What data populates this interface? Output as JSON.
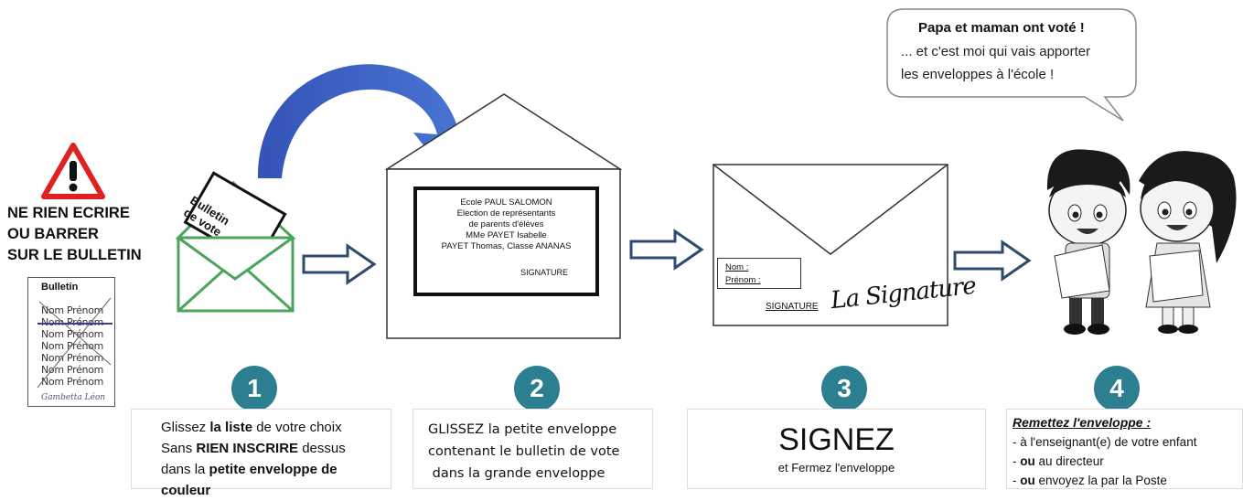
{
  "warning": {
    "icon": "warning-triangle-icon",
    "lines": [
      "NE RIEN ECRIRE",
      "OU BARRER",
      "SUR LE BULLETIN"
    ]
  },
  "ballot": {
    "title": "Bulletin",
    "entries": [
      "Nom Prénom",
      "Nom Prénom",
      "Nom Prénom",
      "Nom Prénom",
      "Nom Prénom",
      "Nom Prénom",
      "Nom Prénom"
    ],
    "signature": "Gambetta Léon"
  },
  "envelope1": {
    "ballot_text": [
      "Bulletin",
      "de vote"
    ]
  },
  "envelope2": {
    "address": [
      "Ecole PAUL SALOMON",
      "Election de représentants",
      "de parents d'élèves",
      "MMe PAYET Isabelle",
      "PAYET Thomas, Classe ANANAS"
    ],
    "signature": "SIGNATURE"
  },
  "envelope3": {
    "nom_label": "Nom :",
    "prenom_label": "Prénom :",
    "signature_label": "SIGNATURE",
    "signature_script": "La Signature"
  },
  "bubble": {
    "title": "Papa et maman ont voté !",
    "lines": [
      "... et c'est moi qui vais apporter",
      "les enveloppes à l'école !"
    ]
  },
  "steps": [
    {
      "number": "1"
    },
    {
      "number": "2",
      "lines": [
        "GLISSEZ la petite enveloppe",
        "contenant le bulletin de vote",
        " dans la grande enveloppe"
      ]
    },
    {
      "number": "3",
      "big": "SIGNEZ",
      "small": "et Fermez l'enveloppe"
    },
    {
      "number": "4",
      "title": "Remettez l'enveloppe :",
      "lines": [
        "- à l'enseignant(e) de votre enfant",
        "au directeur",
        "envoyez la par la Poste"
      ],
      "ou": "ou"
    }
  ],
  "step1": {
    "l1a": "Glissez ",
    "l1b": "la liste",
    "l1c": " de votre choix",
    "l2a": "Sans ",
    "l2b": "RIEN INSCRIRE",
    "l2c": " dessus",
    "l3a": "dans la ",
    "l3b": "petite enveloppe de",
    "l4": "couleur"
  },
  "colors": {
    "accent": "#2c7f90",
    "arrow_blue": "#3d65c6",
    "envelope_green": "#4aa55a"
  }
}
